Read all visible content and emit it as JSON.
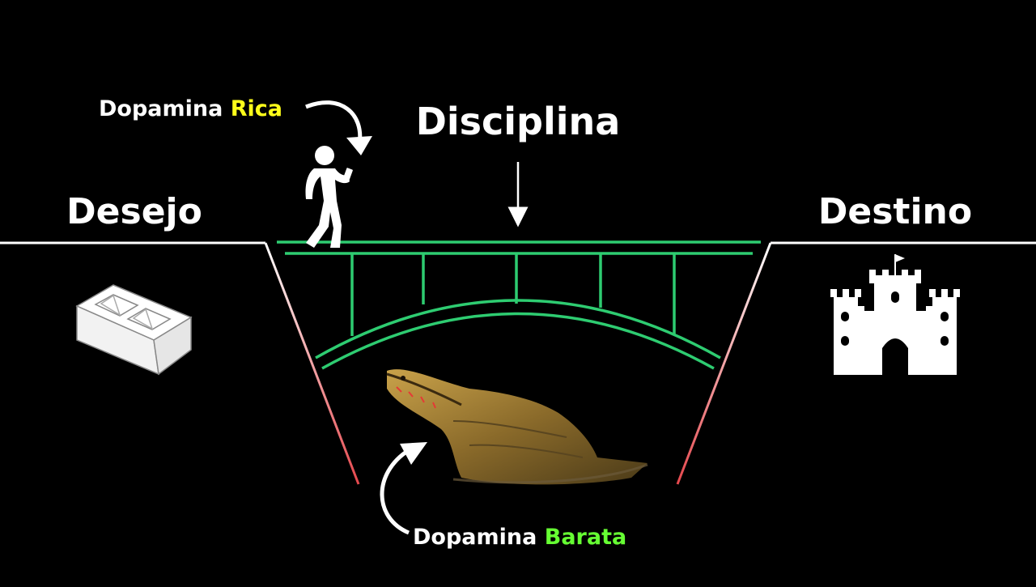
{
  "labels": {
    "left": "Desejo",
    "center": "Disciplina",
    "right": "Destino",
    "rich_prefix": "Dopamina ",
    "rich_word": "Rica",
    "cheap_prefix": "Dopamina ",
    "cheap_word": "Barata"
  },
  "colors": {
    "background": "#000000",
    "text": "#ffffff",
    "rich_accent": "#ffff1a",
    "cheap_accent": "#66ff33",
    "bridge": "#2ecc71",
    "ground": "#ffffff",
    "pit_edge": "#e5484d"
  },
  "icons": {
    "left": "cinder-block-icon",
    "right": "castle-icon",
    "person": "person-with-phone-icon",
    "pit": "crocodile-icon"
  }
}
